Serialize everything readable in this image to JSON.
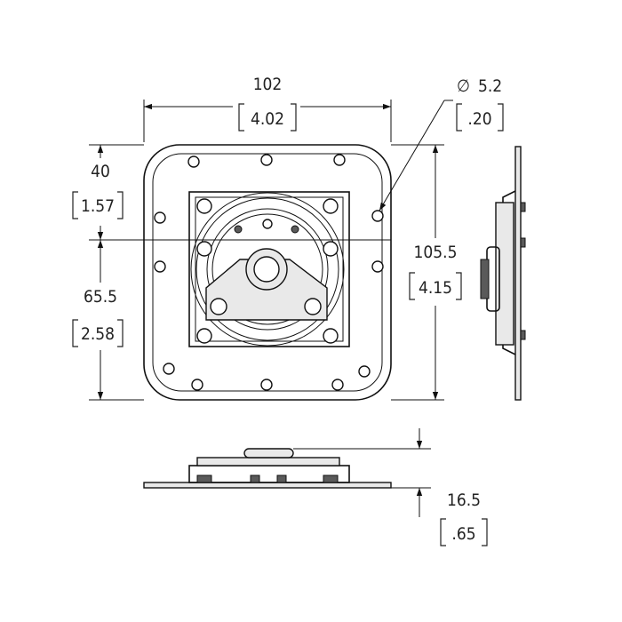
{
  "drawing": {
    "units_note": "",
    "dimensions": {
      "width": {
        "mm": "102",
        "in": "4.02"
      },
      "hole_diameter": {
        "symbol": "∅",
        "mm": "5.2",
        "in": ".20"
      },
      "top_offset": {
        "mm": "40",
        "in": "1.57"
      },
      "bottom_offset": {
        "mm": "65.5",
        "in": "2.58"
      },
      "height": {
        "mm": "105.5",
        "in": "4.15"
      },
      "depth": {
        "mm": "16.5",
        "in": ".65"
      }
    },
    "icons": {
      "front_view": "latch-plate-front-view-icon",
      "side_view": "latch-plate-side-view-icon",
      "bottom_view": "latch-plate-bottom-view-icon"
    },
    "colors": {
      "line": "#111111",
      "fill": "#e9e9e9",
      "background": "#ffffff"
    }
  }
}
